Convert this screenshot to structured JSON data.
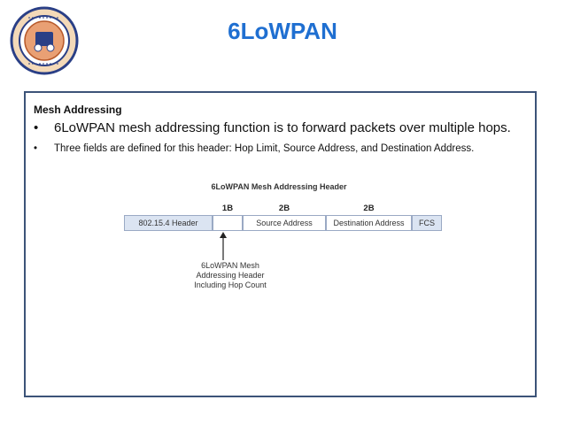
{
  "slide": {
    "title": "6LoWPAN",
    "section_heading": "Mesh Addressing",
    "bullets": [
      {
        "mark": "•",
        "text": "6LoWPAN mesh addressing function is to forward packets over multiple hops."
      },
      {
        "mark": "•",
        "text": "Three fields are defined for this header: Hop Limit, Source Address, and Destination Address."
      }
    ]
  },
  "diagram": {
    "title": "6LoWPAN Mesh Addressing Header",
    "size_labels": [
      "1B",
      "2B",
      "2B"
    ],
    "fields": [
      "802.15.4 Header",
      "",
      "Source Address",
      "Destination Address",
      "FCS"
    ],
    "callout_lines": [
      "6LoWPAN Mesh",
      "Addressing Header",
      "Including Hop Count"
    ]
  },
  "colors": {
    "title": "#1f6fd1",
    "box_border": "#3c5378",
    "shaded_field": "#dbe4f2",
    "field_border": "#9aa9c4"
  },
  "logo": {
    "icon": "university-emblem-icon"
  }
}
